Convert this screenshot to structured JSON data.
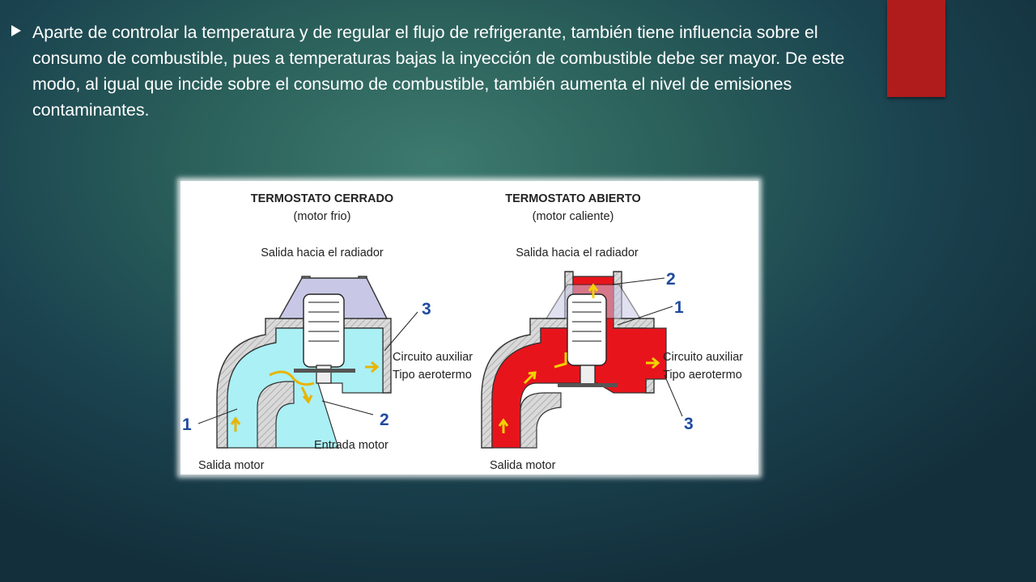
{
  "slide": {
    "paragraph": "Aparte de controlar la temperatura y de regular el flujo de refrigerante, también tiene influencia sobre el consumo de combustible, pues a temperaturas bajas la inyección de combustible debe ser mayor. De este modo, al igual que incide sobre el consumo de combustible, también aumenta el nivel de emisiones contaminantes.",
    "accent_color": "#b01c1c"
  },
  "diagram": {
    "left": {
      "title": "TERMOSTATO CERRADO",
      "subtitle": "(motor frio)",
      "outlet_label": "Salida hacia el radiador",
      "aux_label_1": "Circuito auxiliar",
      "aux_label_2": "Tipo aerotermo",
      "engine_inlet_label": "Entrada motor",
      "engine_outlet_label": "Salida motor",
      "callout_1": "1",
      "callout_2": "2",
      "callout_3": "3",
      "fluid_color": "#aaf0f5"
    },
    "right": {
      "title": "TERMOSTATO ABIERTO",
      "subtitle": "(motor caliente)",
      "outlet_label": "Salida hacia el radiador",
      "aux_label_1": "Circuito auxiliar",
      "aux_label_2": "Tipo aerotermo",
      "engine_outlet_label": "Salida motor",
      "callout_1": "1",
      "callout_2": "2",
      "callout_3": "3",
      "fluid_color": "#e8141c"
    }
  }
}
